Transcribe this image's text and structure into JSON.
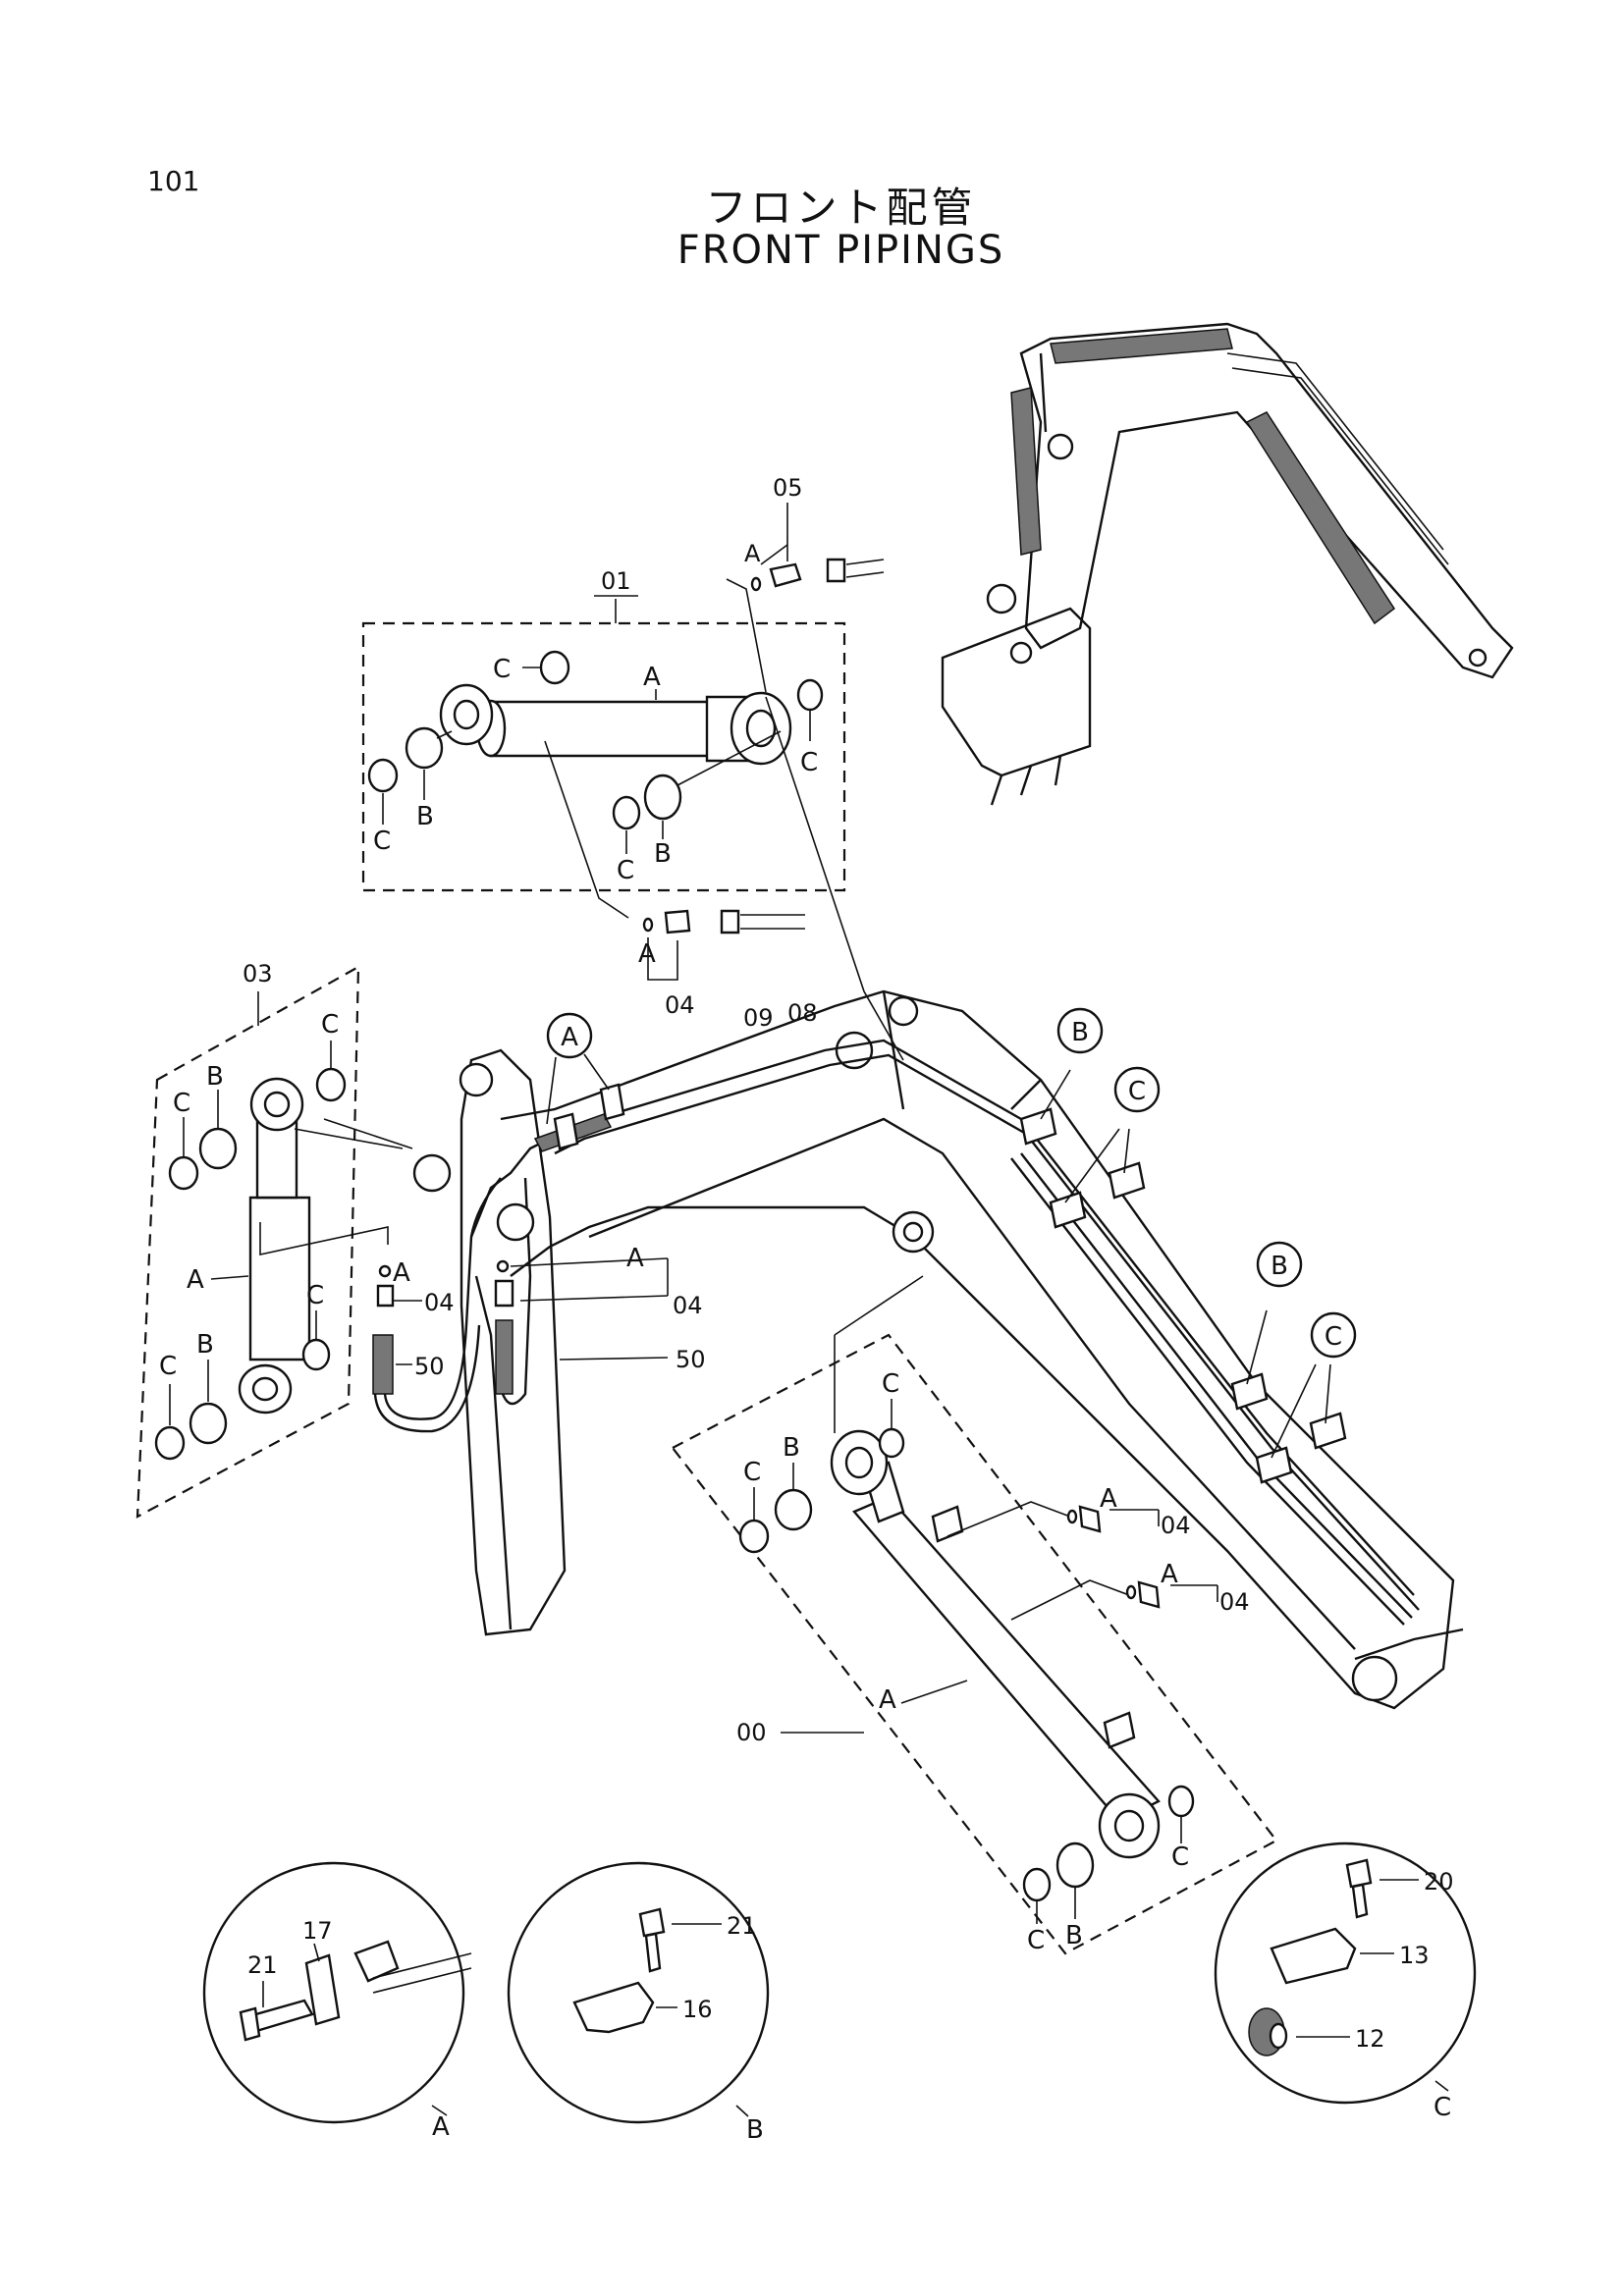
{
  "page_number": "101",
  "title_jp": "フロント配管",
  "title_en": "FRONT PIPINGS",
  "labels": {
    "p00": "00",
    "p01": "01",
    "p03": "03",
    "p04": "04",
    "p05": "05",
    "p08": "08",
    "p09": "09",
    "p12": "12",
    "p13": "13",
    "p16": "16",
    "p17": "17",
    "p20": "20",
    "p21": "21",
    "p50": "50",
    "sub_a": "A",
    "sub_b": "B",
    "sub_c": "C"
  },
  "callouts": {
    "a": "A",
    "b": "B",
    "c": "C"
  },
  "detail_views": [
    "A",
    "B",
    "C"
  ]
}
